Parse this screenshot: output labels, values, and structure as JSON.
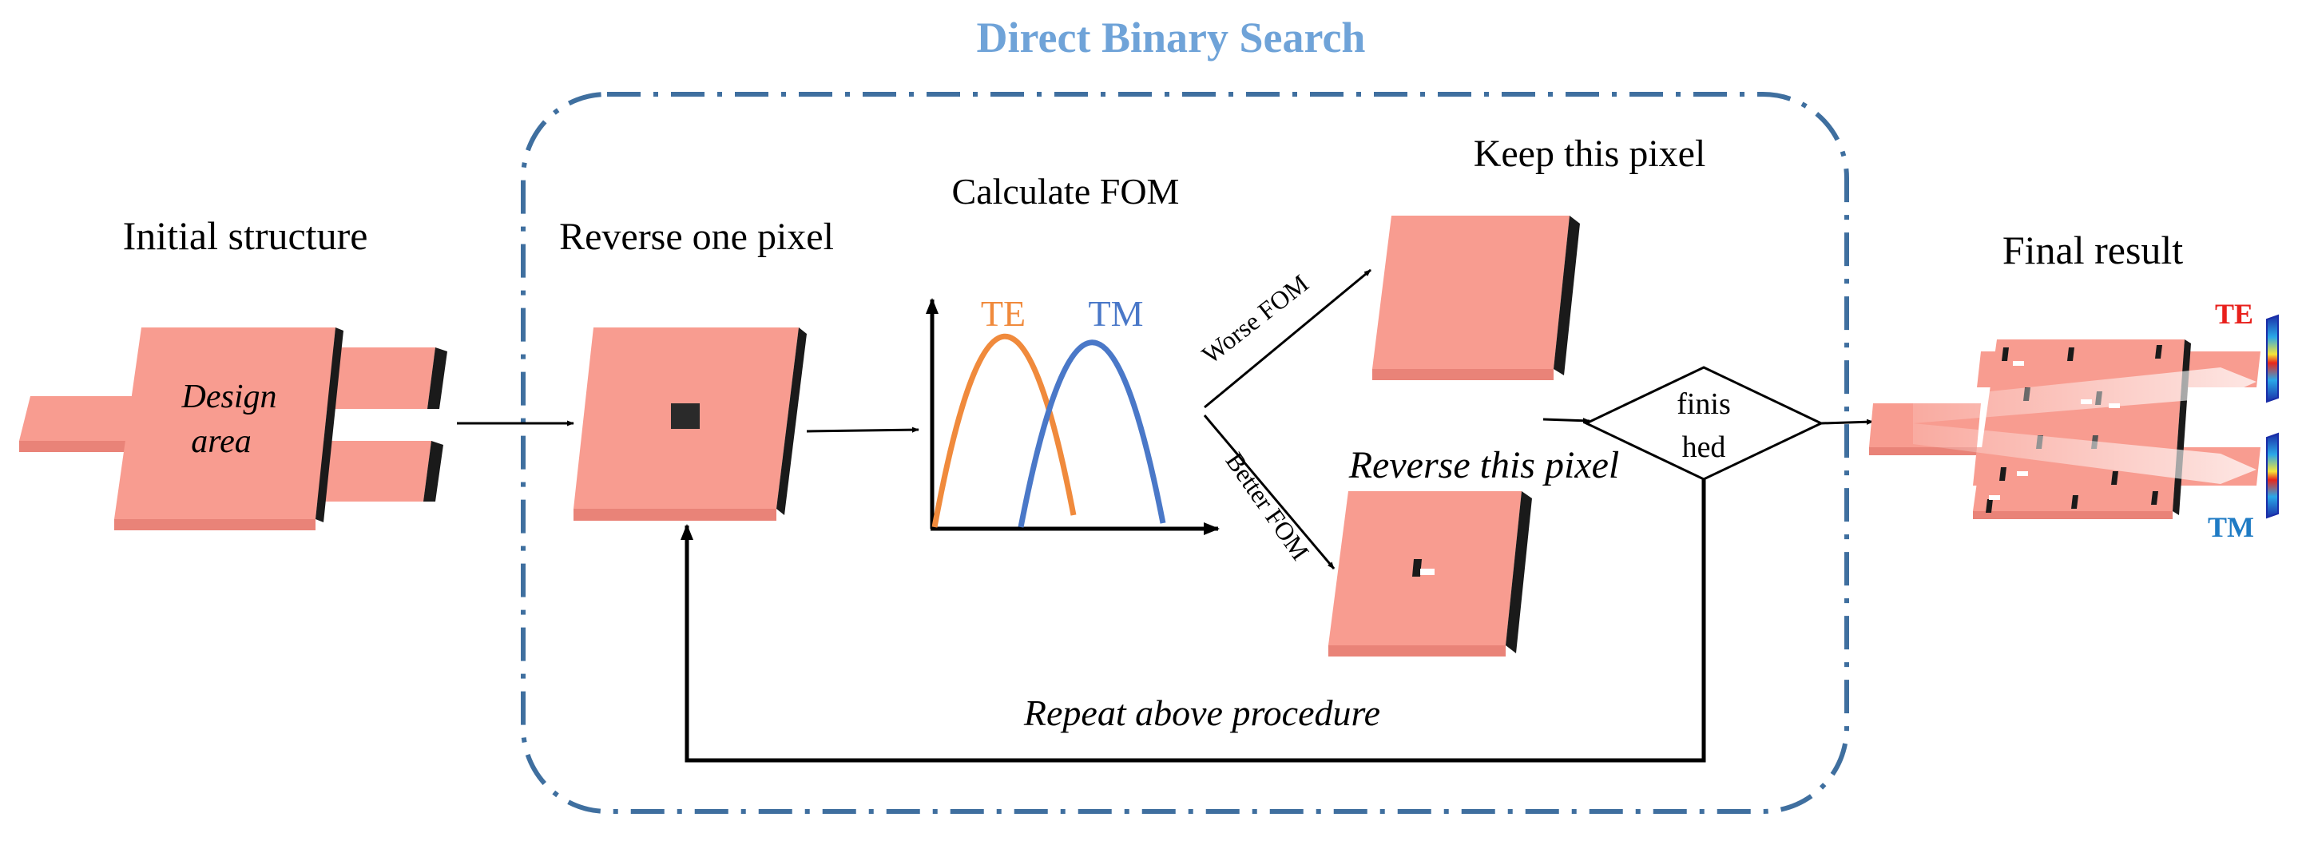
{
  "title": "Direct Binary Search",
  "labels": {
    "initial_structure": "Initial structure",
    "design_area_line1": "Design",
    "design_area_line2": "area",
    "reverse_one_pixel": "Reverse one pixel",
    "calculate_fom": "Calculate FOM",
    "keep_this_pixel": "Keep this pixel",
    "reverse_this_pixel": "Reverse this pixel",
    "worse_fom": "Worse FOM",
    "better_fom": "Better FOM",
    "finished_line1": "finis",
    "finished_line2": "hed",
    "final_result": "Final result",
    "repeat": "Repeat above procedure"
  },
  "chart": {
    "te_label": "TE",
    "tm_label": "TM"
  },
  "final": {
    "te_label": "TE",
    "tm_label": "TM"
  },
  "colors": {
    "title": "#6fa3d8",
    "frame": "#3f6f9f",
    "block_face": "#f89c90",
    "block_side": "#e98378",
    "block_edge": "#1a1a1a",
    "te_curve": "#f08a3c",
    "tm_curve": "#4a78c8",
    "te_result": "#e8201c",
    "tm_result": "#1f7bc4"
  }
}
